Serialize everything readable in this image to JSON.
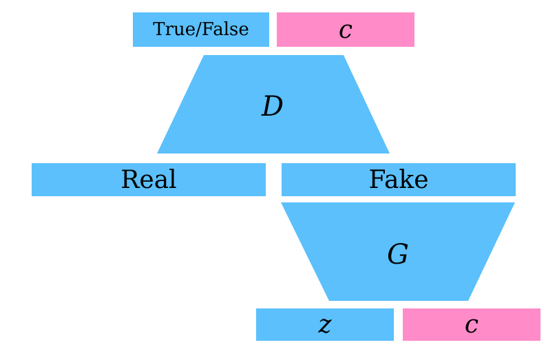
{
  "colors": {
    "blue": "#5bc0fb",
    "pink": "#ff8cc8"
  },
  "discriminator": {
    "label": "D",
    "output_label": "True/False",
    "condition_label": "c"
  },
  "generator": {
    "label": "G",
    "noise_label": "z",
    "condition_label": "c"
  },
  "samples": {
    "real_label": "Real",
    "fake_label": "Fake"
  }
}
